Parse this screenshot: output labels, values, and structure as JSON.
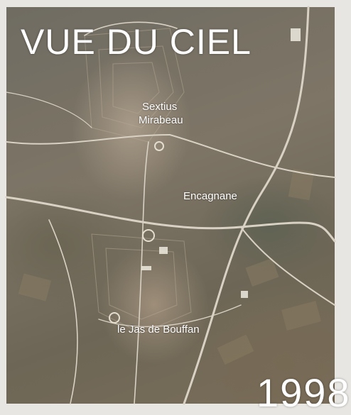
{
  "map": {
    "title": "VUE DU CIEL",
    "year": "1998",
    "places": [
      {
        "name": "Sextius"
      },
      {
        "name": "Mirabeau"
      },
      {
        "name": "Encagnane"
      },
      {
        "name": "le Jas de Bouffan"
      }
    ]
  }
}
